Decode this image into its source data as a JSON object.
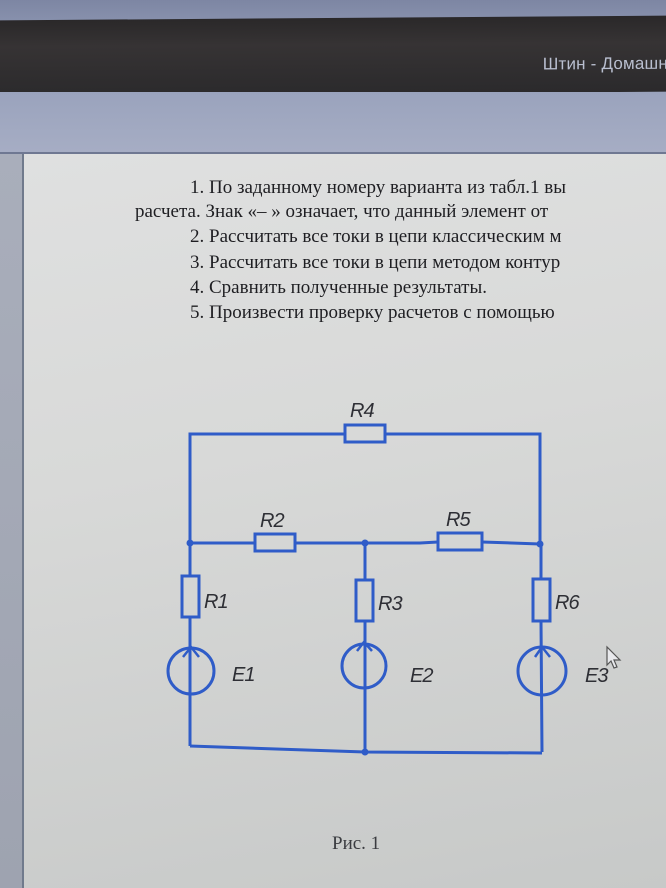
{
  "window": {
    "title": "Штин - Домашн"
  },
  "document": {
    "paragraphs": [
      "1. По заданному номеру варианта из табл.1 вы",
      "расчета. Знак «– » означает, что данный элемент от",
      "2. Рассчитать все токи в цепи классическим м",
      "3. Рассчитать все токи в цепи методом контур",
      "4. Сравнить полученные результаты.",
      "5. Произвести проверку расчетов с помощью"
    ],
    "figure_caption": "Рис. 1"
  },
  "circuit": {
    "wire_color": "#2f5cc8",
    "resistors": [
      {
        "id": "R1",
        "label": "R1"
      },
      {
        "id": "R2",
        "label": "R2"
      },
      {
        "id": "R3",
        "label": "R3"
      },
      {
        "id": "R4",
        "label": "R4"
      },
      {
        "id": "R5",
        "label": "R5"
      },
      {
        "id": "R6",
        "label": "R6"
      }
    ],
    "sources": [
      {
        "id": "E1",
        "label": "E1"
      },
      {
        "id": "E2",
        "label": "E2"
      },
      {
        "id": "E3",
        "label": "E3"
      }
    ]
  }
}
